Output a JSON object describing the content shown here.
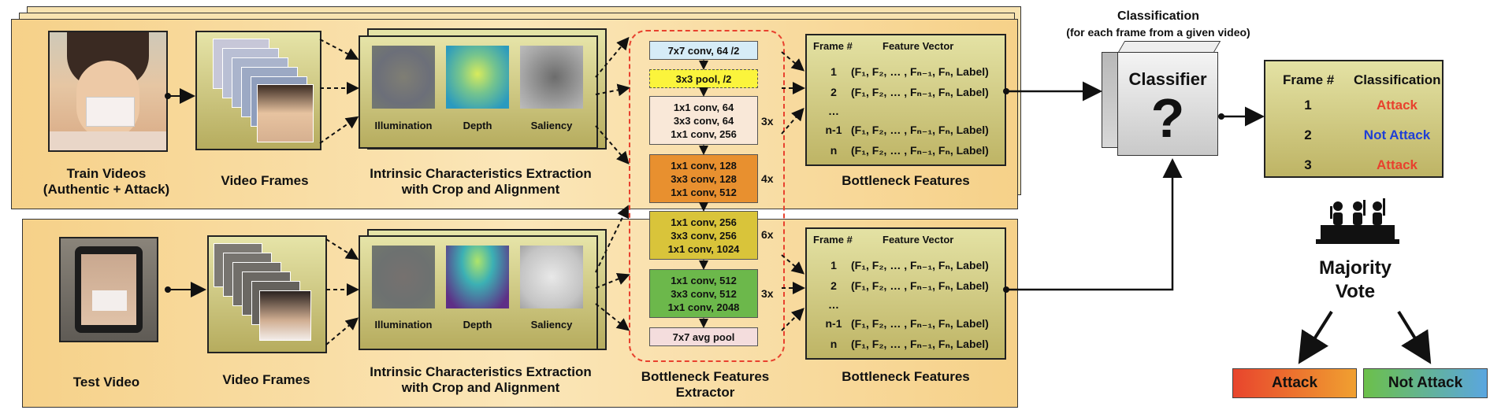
{
  "train": {
    "caption": "Train Videos\n(Authentic + Attack)",
    "frames_caption": "Video Frames",
    "extraction_caption": "Intrinsic Characteristics Extraction\nwith Crop and Alignment",
    "maps": [
      "Illumination",
      "Depth",
      "Saliency"
    ],
    "features_caption": "Bottleneck Features"
  },
  "test": {
    "caption": "Test Video",
    "frames_caption": "Video Frames",
    "extraction_caption": "Intrinsic Characteristics Extraction\nwith Crop and Alignment",
    "maps": [
      "Illumination",
      "Depth",
      "Saliency"
    ],
    "features_caption": "Bottleneck Features"
  },
  "extractor": {
    "caption": "Bottleneck Features\nExtractor",
    "blocks": [
      {
        "lines": [
          "7x7 conv, 64 /2"
        ],
        "color": "#d6ecf7",
        "repeat": ""
      },
      {
        "lines": [
          "3x3 pool, /2"
        ],
        "color": "#fbf43c",
        "repeat": ""
      },
      {
        "lines": [
          "1x1 conv, 64",
          "3x3 conv, 64",
          "1x1 conv, 256"
        ],
        "color": "#f9e8d8",
        "repeat": "3x"
      },
      {
        "lines": [
          "1x1 conv, 128",
          "3x3 conv, 128",
          "1x1 conv, 512"
        ],
        "color": "#e8902f",
        "repeat": "4x"
      },
      {
        "lines": [
          "1x1 conv, 256",
          "3x3 conv, 256",
          "1x1 conv, 1024"
        ],
        "color": "#d9c43a",
        "repeat": "6x"
      },
      {
        "lines": [
          "1x1 conv, 512",
          "3x3 conv, 512",
          "1x1 conv, 2048"
        ],
        "color": "#6cb84b",
        "repeat": "3x"
      },
      {
        "lines": [
          "7x7 avg pool"
        ],
        "color": "#f4dddd",
        "repeat": ""
      }
    ]
  },
  "feature_table": {
    "col_frame": "Frame #",
    "col_vector": "Feature Vector",
    "rows": [
      {
        "frame": "1",
        "vector": "(F₁, F₂, … , Fₙ₋₁, Fₙ, Label)"
      },
      {
        "frame": "2",
        "vector": "(F₁, F₂, … , Fₙ₋₁, Fₙ, Label)"
      },
      {
        "frame": "…",
        "vector": ""
      },
      {
        "frame": "n-1",
        "vector": "(F₁, F₂, … , Fₙ₋₁, Fₙ, Label)"
      },
      {
        "frame": "n",
        "vector": "(F₁, F₂, … , Fₙ₋₁, Fₙ, Label)"
      }
    ]
  },
  "classifier": {
    "heading": "Classification",
    "subheading": "(for each frame from a given video)",
    "label": "Classifier",
    "symbol": "?"
  },
  "classification_table": {
    "col_frame": "Frame #",
    "col_class": "Classification",
    "rows": [
      {
        "frame": "1",
        "result": "Attack",
        "color": "#e8412e"
      },
      {
        "frame": "2",
        "result": "Not Attack",
        "color": "#1f3fd6"
      },
      {
        "frame": "3",
        "result": "Attack",
        "color": "#e8412e"
      }
    ]
  },
  "vote": {
    "label": "Majority\nVote",
    "icon": "voting-panel-icon",
    "outcomes": [
      {
        "label": "Attack",
        "gradient": [
          "#e8452d",
          "#f0a030"
        ]
      },
      {
        "label": "Not Attack",
        "gradient": [
          "#6cc04a",
          "#5aa6e0"
        ]
      }
    ]
  }
}
